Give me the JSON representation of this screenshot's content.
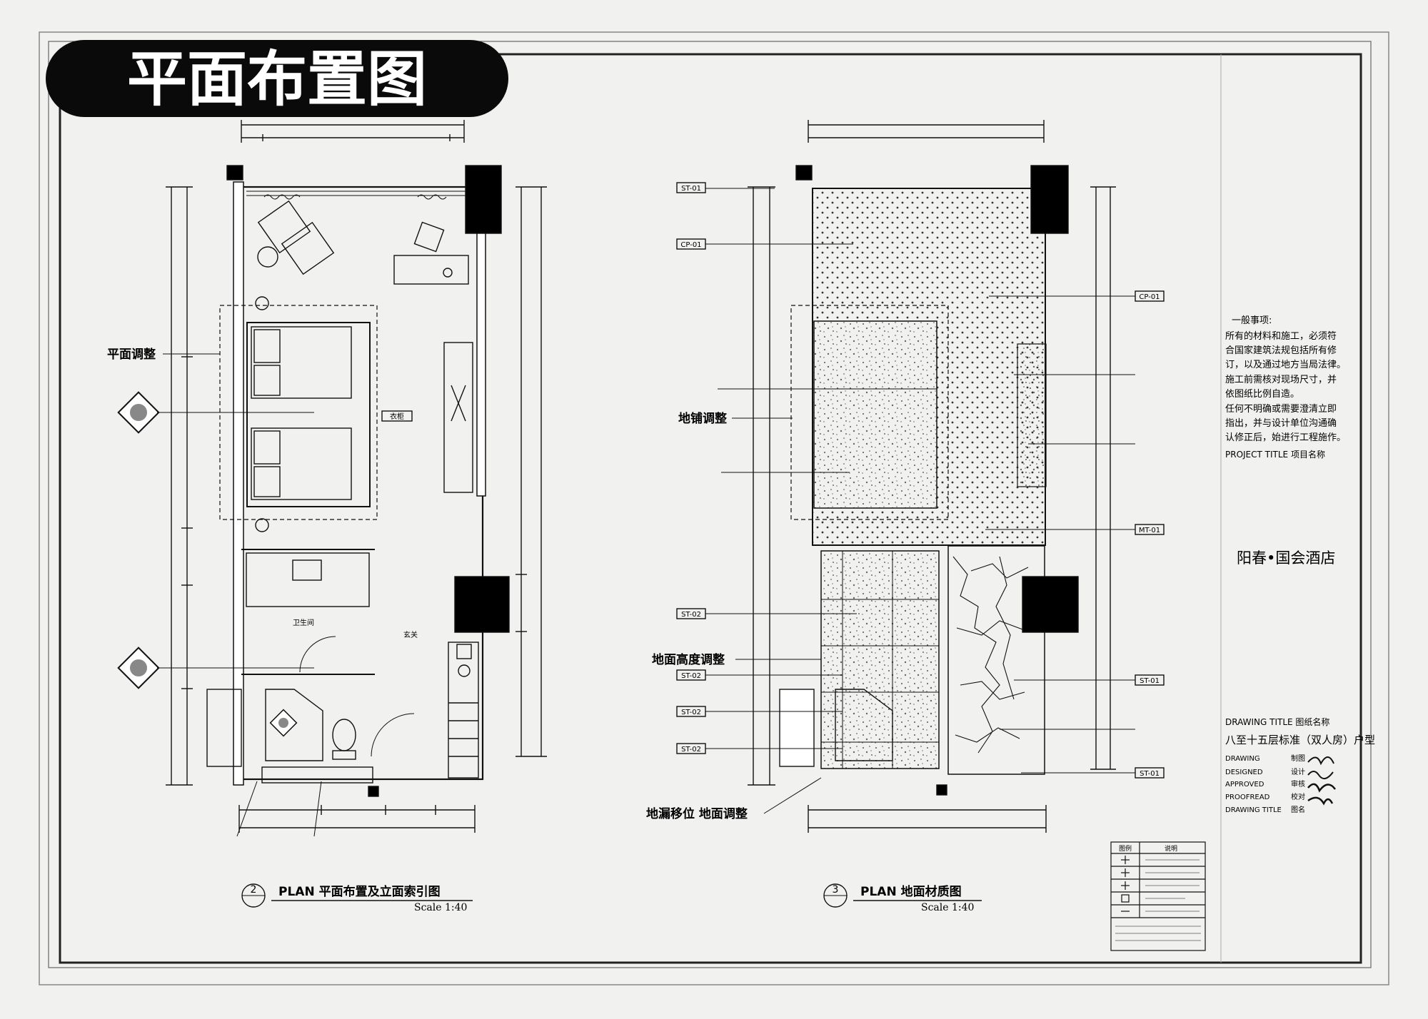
{
  "banner": {
    "title": "平面布置图"
  },
  "plan_left": {
    "num": "2",
    "title": "PLAN   平面布置及立面索引图",
    "scale": "Scale 1:40",
    "labels": [
      "平面调整",
      "衣柜",
      "卫生间",
      "玄关"
    ]
  },
  "plan_right": {
    "num": "3",
    "title": "PLAN   地面材质图",
    "scale": "Scale 1:40",
    "annotations": [
      "地铺调整",
      "地面高度调整",
      "地漏移位 地面调整"
    ],
    "tags": [
      "ST-01",
      "CP-01",
      "CP-01",
      "MT-01",
      "ST-02",
      "ST-02",
      "ST-02",
      "ST-02",
      "ST-01",
      "ST-01"
    ]
  },
  "notes": {
    "heading": "一般事项:",
    "lines": [
      "所有的材料和施工，必须符",
      "合国家建筑法规包括所有修",
      "订，以及通过地方当局法律。",
      "施工前需核对现场尺寸，并",
      "依图纸比例自造。",
      "任何不明确或需要澄清立即",
      "指出，并与设计单位沟通确",
      "认修正后，始进行工程施作。"
    ],
    "project_label": "PROJECT TITLE  项目名称",
    "project_name": "阳春•国会酒店"
  },
  "title_block": {
    "drawing_title_label": "DRAWING TITLE 图纸名称",
    "drawing_title": "八至十五层标准（双人房）户型",
    "rows": [
      "DRAWING",
      "DESIGNED",
      "APPROVED",
      "PROOFREAD",
      "DRAWING TITLE"
    ],
    "rows_cn": [
      "制图",
      "设计",
      "审核",
      "校对",
      "图名"
    ]
  },
  "legend": {
    "headers": [
      "图例",
      "说明"
    ]
  }
}
